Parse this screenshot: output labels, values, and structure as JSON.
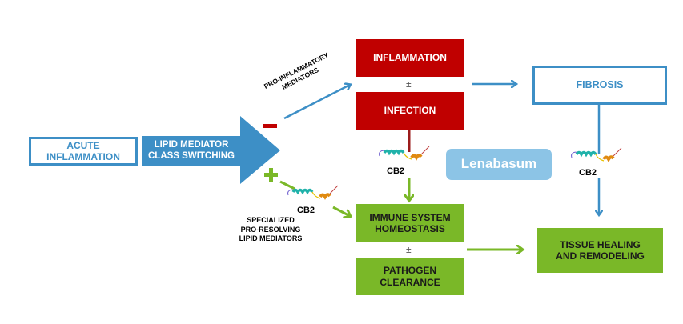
{
  "nodes": {
    "acute_inflammation": "ACUTE\nINFLAMMATION",
    "lipid_switch": "LIPID MEDIATOR\nCLASS SWITCHING",
    "inflammation": "INFLAMMATION",
    "infection": "INFECTION",
    "fibrosis": "FIBROSIS",
    "immune_homeostasis": "IMMUNE SYSTEM\nHOMEOSTASIS",
    "pathogen_clearance": "PATHOGEN\nCLEARANCE",
    "tissue_healing": "TISSUE HEALING\nAND REMODELING",
    "lenabasum": "Lenabasum"
  },
  "labels": {
    "pro_inflammatory": "PRO-INFLAMMATORY\nMEDIATORS",
    "spm": "SPECIALIZED\nPRO-RESOLVING\nLIPID MEDIATORS",
    "cb2": "CB2",
    "plus_minus": "±",
    "minus_sign": "−",
    "plus_sign": "+"
  },
  "colors": {
    "red": "#c00000",
    "green": "#7ab828",
    "blue": "#3d8fc6",
    "light_blue": "#8cc4e6"
  }
}
